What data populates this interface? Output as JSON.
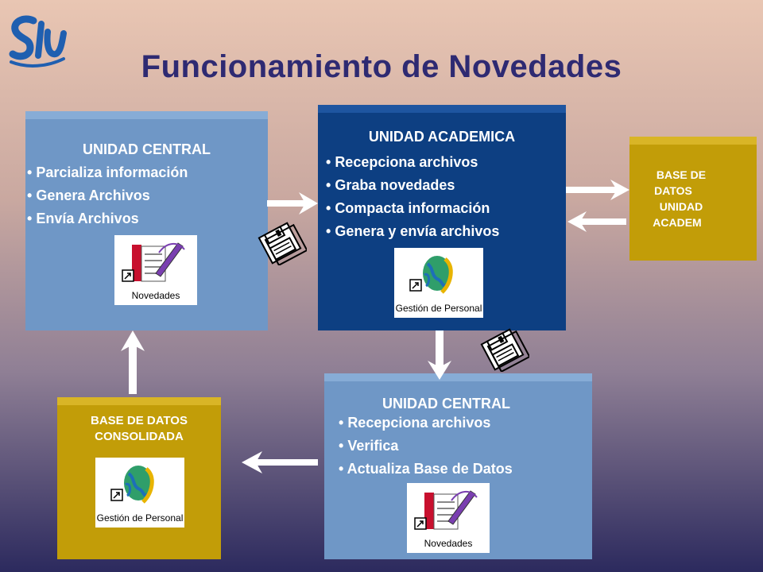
{
  "logo": {
    "icon": "si-logo-icon",
    "color": "#1f5fb0"
  },
  "title": "Funcionamiento de Novedades",
  "colors": {
    "blue_box": "#6f97c6",
    "dark_blue_box": "#0d3f82",
    "gold_box": "#c29d08",
    "title": "#2e2a72"
  },
  "unidad_central_left": {
    "title": "UNIDAD CENTRAL",
    "items": [
      "Parcializa información",
      "Genera Archivos",
      "Envía Archivos"
    ],
    "icon_caption": "Novedades"
  },
  "unidad_academica": {
    "title": "UNIDAD ACADEMICA",
    "items": [
      "Recepciona archivos",
      "Graba novedades",
      "Compacta información",
      "Genera y envía archivos"
    ],
    "icon_caption": "Gestión de Personal"
  },
  "base_datos_unidad": {
    "lines": [
      "BASE DE",
      "DATOS",
      "UNIDAD",
      "ACADEM"
    ]
  },
  "unidad_central_bottom": {
    "title": "UNIDAD CENTRAL",
    "items": [
      "Recepciona archivos",
      "Verifica",
      "Actualiza Base de Datos"
    ],
    "icon_caption": "Novedades"
  },
  "base_datos_consolidada": {
    "lines": [
      "BASE DE DATOS",
      "CONSOLIDADA"
    ],
    "icon_caption": "Gestión de Personal"
  }
}
